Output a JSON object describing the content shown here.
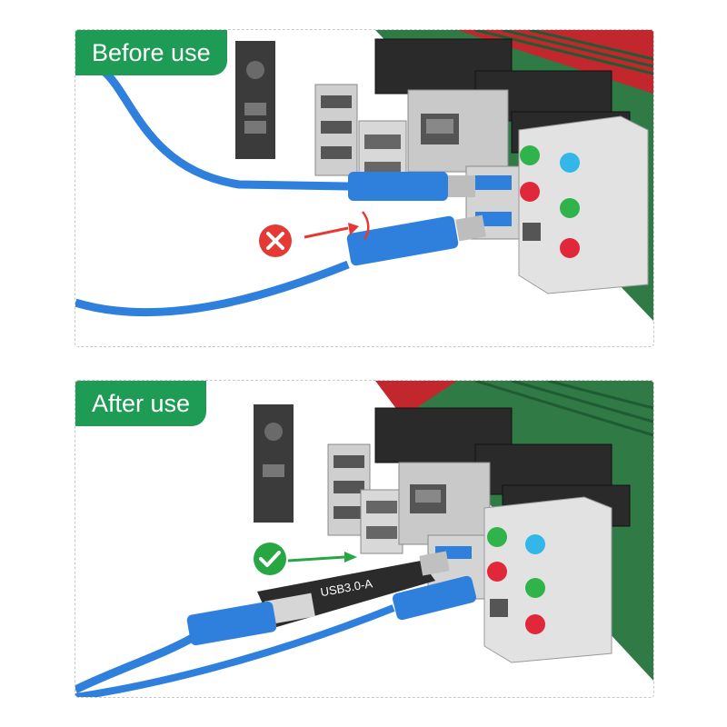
{
  "panels": [
    {
      "title": "Before use",
      "status": "incorrect",
      "status_icon": "cross-icon"
    },
    {
      "title": "After use",
      "status": "correct",
      "status_icon": "check-icon"
    }
  ],
  "adapter": {
    "label": "USB3.0-A"
  },
  "colors": {
    "brand_green": "#1e9b55",
    "error_red": "#e53935",
    "success_green": "#27a744",
    "cable_blue": "#2f7fdc",
    "board_green": "#2f7a45",
    "board_red": "#c2272d",
    "audio_green": "#2fb34a",
    "audio_blue": "#33b6e8",
    "audio_red": "#e0283a"
  }
}
